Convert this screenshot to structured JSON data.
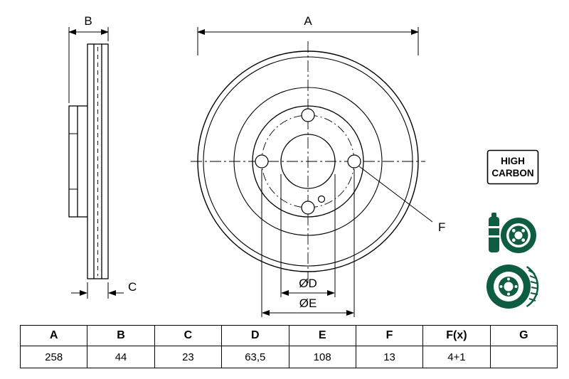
{
  "colors": {
    "line": "#000000",
    "green": "#0e5c41",
    "background": "#ffffff"
  },
  "drawing": {
    "labels": {
      "a": "A",
      "b": "B",
      "c": "C",
      "od": "ØD",
      "oe": "ØE",
      "f": "F"
    },
    "badge": {
      "line1": "HIGH",
      "line2": "CARBON"
    }
  },
  "table": {
    "headers": [
      "A",
      "B",
      "C",
      "D",
      "E",
      "F",
      "F(x)",
      "G"
    ],
    "values": [
      "258",
      "44",
      "23",
      "63,5",
      "108",
      "13",
      "4+1",
      ""
    ]
  }
}
